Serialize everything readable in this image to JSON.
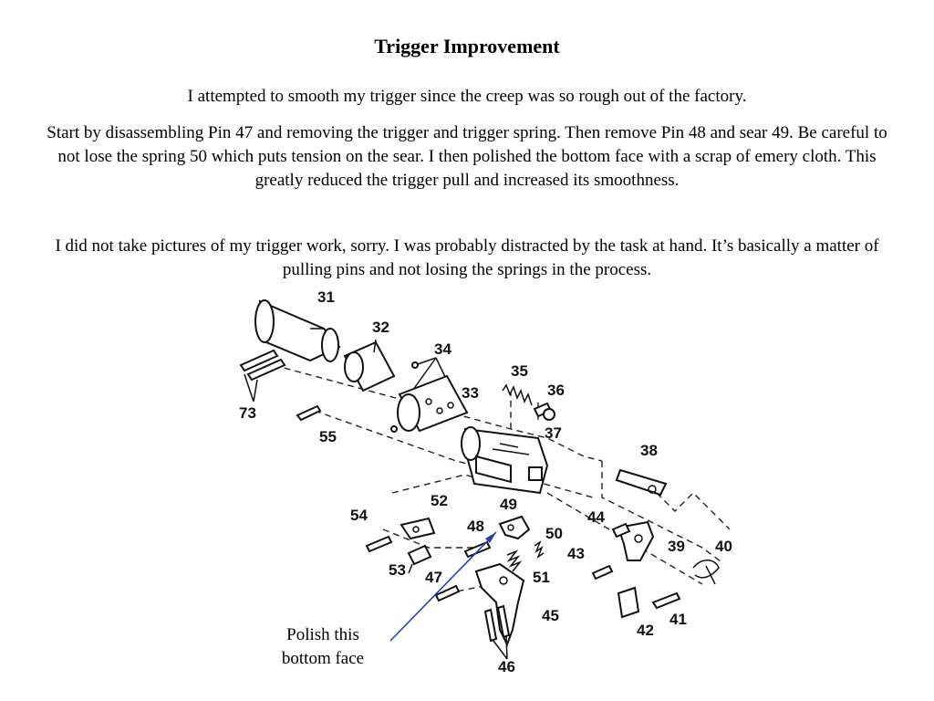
{
  "title": "Trigger Improvement",
  "paragraphs": [
    "I attempted to smooth my trigger since the creep was so rough out of the factory.",
    "Start by disassembling Pin 47 and removing the trigger and trigger spring.  Then remove Pin 48 and sear 49.  Be careful to not lose the spring 50 which puts tension on the sear.  I then polished the bottom face with a scrap of emery cloth.  This greatly reduced the trigger pull and increased its smoothness.",
    "I did not take pictures of my trigger work, sorry.  I was probably distracted by the task at hand.  It’s basically a matter of pulling pins and not losing the springs in the process."
  ],
  "caption": "Polish this bottom face",
  "diagram": {
    "part_labels": {
      "p31": "31",
      "p32": "32",
      "p33": "33",
      "p34": "34",
      "p35": "35",
      "p36": "36",
      "p37": "37",
      "p38": "38",
      "p39": "39",
      "p40": "40",
      "p41": "41",
      "p42": "42",
      "p43": "43",
      "p44": "44",
      "p45": "45",
      "p46": "46",
      "p47": "47",
      "p48": "48",
      "p49": "49",
      "p50": "50",
      "p51": "51",
      "p52": "52",
      "p53": "53",
      "p54": "54",
      "p55": "55",
      "p73": "73"
    },
    "arrow_color": "#2b3fa8"
  }
}
